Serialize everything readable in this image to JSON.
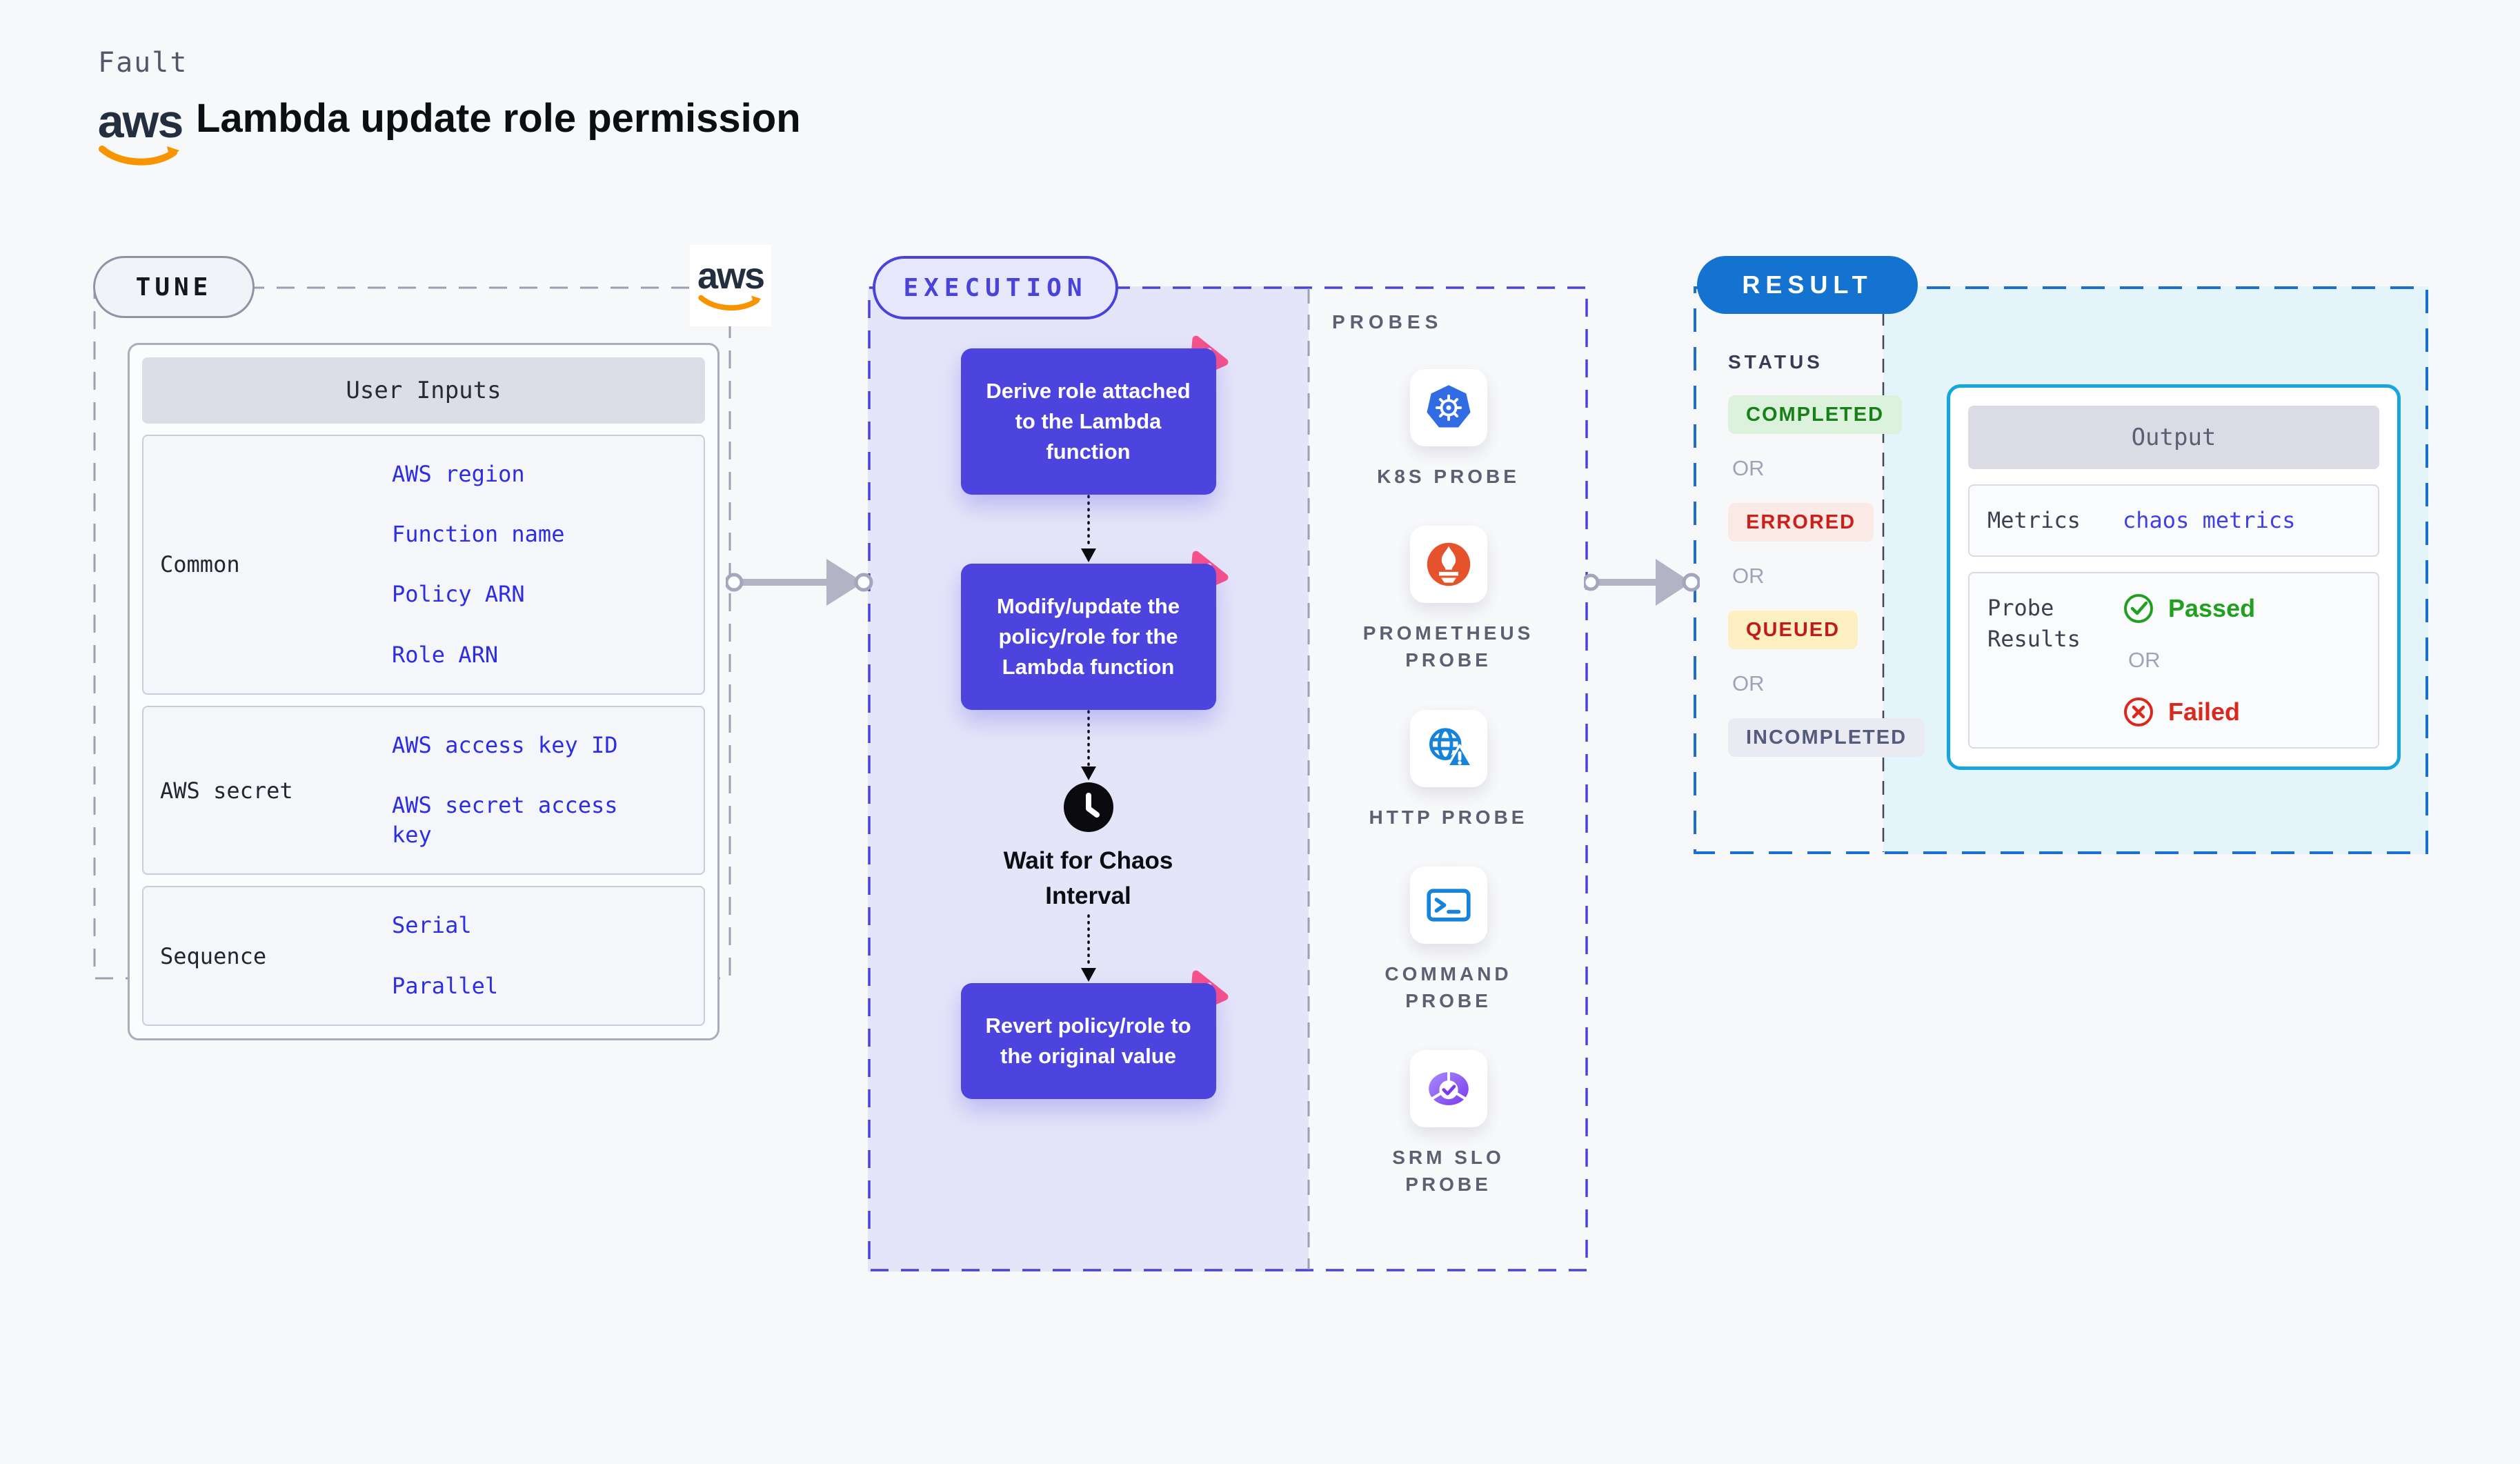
{
  "header": {
    "kicker": "Fault",
    "title": "Lambda update role permission",
    "aws_logo_text": "aws"
  },
  "colors": {
    "accent_indigo": "#4A43D9",
    "node_bg": "#4D44E0",
    "link_blue": "#2D2DE2",
    "result_blue": "#1472D0",
    "output_border": "#17A5E0",
    "passed_green": "#1FA11F",
    "failed_red": "#DA291C",
    "chaos_pink": "#F7528A",
    "aws_orange": "#F79400",
    "k8s_blue": "#326CE5",
    "prometheus_orange": "#E6522C",
    "probe_icon_blue": "#1683DB",
    "srm_purple": "#8B5CF6",
    "completed_text": "#188018",
    "completed_bg": "#DCF2DC",
    "errored_text": "#CB2019",
    "errored_bg": "#FBE9E6",
    "queued_text": "#C01B1B",
    "queued_bg": "#FCF0C2",
    "incompleted_text": "#555B7E",
    "incompleted_bg": "#E9EAF2"
  },
  "tune": {
    "badge": "TUNE",
    "aws_corner_text": "aws",
    "table": {
      "header": "User Inputs",
      "rows": [
        {
          "label": "Common",
          "links": [
            "AWS region",
            "Function name",
            "Policy ARN",
            "Role ARN"
          ]
        },
        {
          "label": "AWS secret",
          "links": [
            "AWS access key ID",
            "AWS secret access key"
          ]
        },
        {
          "label": "Sequence",
          "links": [
            "Serial",
            "Parallel"
          ]
        }
      ]
    }
  },
  "execution": {
    "badge": "EXECUTION",
    "step1": "Derive role attached to the Lambda function",
    "step2": "Modify/update the policy/role for the Lambda function",
    "wait_label": "Wait for Chaos Interval",
    "step3": "Revert policy/role to the original value",
    "probes": {
      "title": "PROBES",
      "items": [
        {
          "name": "K8S PROBE",
          "icon": "kubernetes-icon"
        },
        {
          "name": "PROMETHEUS PROBE",
          "icon": "prometheus-icon"
        },
        {
          "name": "HTTP PROBE",
          "icon": "http-globe-warning-icon"
        },
        {
          "name": "COMMAND PROBE",
          "icon": "terminal-icon"
        },
        {
          "name": "SRM SLO PROBE",
          "icon": "slo-donut-check-icon"
        }
      ]
    }
  },
  "result": {
    "badge": "RESULT",
    "status": {
      "title": "STATUS",
      "separator": "OR",
      "options": [
        "COMPLETED",
        "ERRORED",
        "QUEUED",
        "INCOMPLETED"
      ]
    },
    "output": {
      "header": "Output",
      "metrics_label": "Metrics",
      "metrics_value": "chaos metrics",
      "probe_results_label": "Probe Results",
      "passed": "Passed",
      "or": "OR",
      "failed": "Failed"
    }
  }
}
